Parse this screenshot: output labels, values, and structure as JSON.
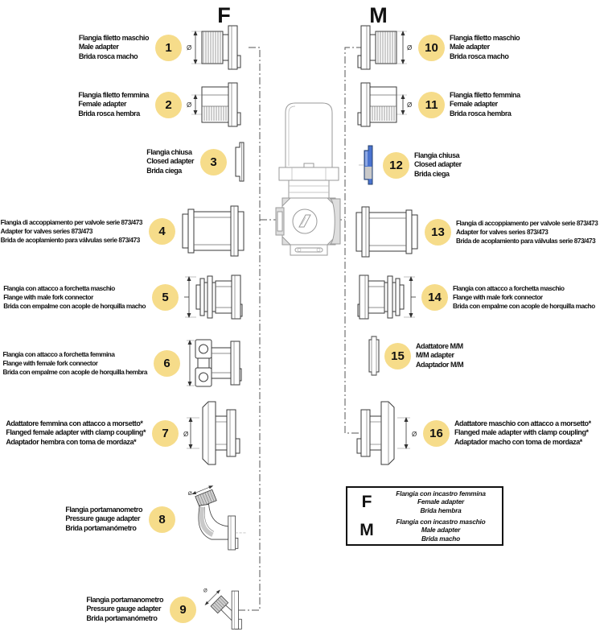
{
  "headers": {
    "f": "F",
    "m": "M"
  },
  "symbols": {
    "diameter": "Ø"
  },
  "items": [
    {
      "num": "1",
      "lines": [
        "Flangia filetto maschio",
        "Male adapter",
        "Brida rosca macho"
      ]
    },
    {
      "num": "2",
      "lines": [
        "Flangia filetto femmina",
        "Female adapter",
        "Brida rosca hembra"
      ]
    },
    {
      "num": "3",
      "lines": [
        "Flangia chiusa",
        "Closed adapter",
        "Brida ciega"
      ]
    },
    {
      "num": "4",
      "lines": [
        "Flangia di accoppiamento per valvole serie 873/473",
        "Adapter for valves series 873/473",
        "Brida de acoplamiento para válvulas serie 873/473"
      ]
    },
    {
      "num": "5",
      "lines": [
        "Flangia con attacco a forchetta maschio",
        "Flange with male fork connector",
        "Brida con empalme con acople de horquilla macho"
      ]
    },
    {
      "num": "6",
      "lines": [
        "Flangia con attacco a forchetta femmina",
        "Flange with female fork connector",
        "Brida con empalme con acople de horquilla hembra"
      ]
    },
    {
      "num": "7",
      "lines": [
        "Adattatore femmina con attacco a morsetto*",
        "Flanged female adapter with clamp coupling*",
        "Adaptador hembra con toma de mordaza*"
      ]
    },
    {
      "num": "8",
      "lines": [
        "Flangia portamanometro",
        "Pressure gauge adapter",
        "Brida portamanómetro"
      ]
    },
    {
      "num": "9",
      "lines": [
        "Flangia portamanometro",
        "Pressure gauge adapter",
        "Brida portamanómetro"
      ]
    },
    {
      "num": "10",
      "lines": [
        "Flangia filetto maschio",
        "Male adapter",
        "Brida rosca macho"
      ]
    },
    {
      "num": "11",
      "lines": [
        "Flangia filetto femmina",
        "Female adapter",
        "Brida rosca hembra"
      ]
    },
    {
      "num": "12",
      "lines": [
        "Flangia chiusa",
        "Closed adapter",
        "Brida ciega"
      ]
    },
    {
      "num": "13",
      "lines": [
        "Flangia di accoppiamento per valvole serie 873/473",
        "Adapter for valves series 873/473",
        "Brida de acoplamiento para válvulas serie 873/473"
      ]
    },
    {
      "num": "14",
      "lines": [
        "Flangia con attacco a forchetta maschio",
        "Flange with male fork connector",
        "Brida con empalme con acople de horquilla macho"
      ]
    },
    {
      "num": "15",
      "lines": [
        "Adattatore M/M",
        "M/M adapter",
        "Adaptador M/M"
      ]
    },
    {
      "num": "16",
      "lines": [
        "Adattatore maschio con attacco a morsetto*",
        "Flanged male adapter with clamp coupling*",
        "Adaptador macho con toma de mordaza*"
      ]
    }
  ],
  "legend": {
    "f_key": "F",
    "f_lines": [
      "Flangia con incastro femmina",
      "Female adapter",
      "Brida hembra"
    ],
    "m_key": "M",
    "m_lines": [
      "Flangia con incastro maschio",
      "Male adapter",
      "Brida macho"
    ]
  },
  "colors": {
    "badge": "#f6dc8a",
    "blue": "#4a73cf",
    "blueLight": "#8fa9e4",
    "gray": "#c9c9c9"
  }
}
